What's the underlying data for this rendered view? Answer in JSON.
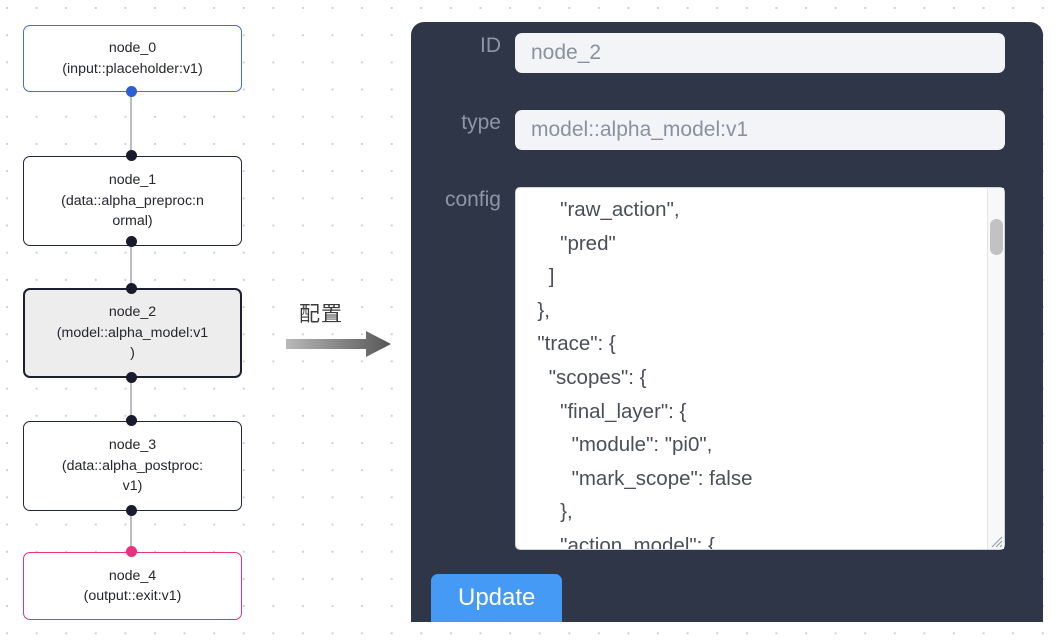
{
  "canvas": {
    "background_color": "#ffffff",
    "dot_color": "#d0d0d4"
  },
  "graph": {
    "nodes": [
      {
        "id": "node_0",
        "title": "node_0",
        "subtitle": "(input::placeholder:v1)",
        "display": "node_0\n(input::placeholder:v1)",
        "state": "normal",
        "border_color": "#3f6fd8"
      },
      {
        "id": "node_1",
        "title": "node_1",
        "subtitle": "(data::alpha_preproc:normal)",
        "display": "node_1\n(data::alpha_preproc:n\normal)",
        "state": "normal",
        "border_color": "#222738"
      },
      {
        "id": "node_2",
        "title": "node_2",
        "subtitle": "(model::alpha_model:v1)",
        "display": "node_2\n(model::alpha_model:v1\n)",
        "state": "selected",
        "border_color": "#1c2030",
        "fill_color": "#ededed"
      },
      {
        "id": "node_3",
        "title": "node_3",
        "subtitle": "(data::alpha_postproc:v1)",
        "display": "node_3\n(data::alpha_postproc:\nv1)",
        "state": "normal",
        "border_color": "#222738"
      },
      {
        "id": "node_4",
        "title": "node_4",
        "subtitle": "(output::exit:v1)",
        "display": "node_4\n(output::exit:v1)",
        "state": "normal",
        "border_color": "#ec2f7f"
      }
    ],
    "ports": [
      {
        "node": "node_0",
        "side": "bottom",
        "color": "#2b5fd9"
      },
      {
        "node": "node_1",
        "side": "top",
        "color": "#1a1a2e"
      },
      {
        "node": "node_1",
        "side": "bottom",
        "color": "#1a1a2e"
      },
      {
        "node": "node_2",
        "side": "top",
        "color": "#1a1a2e"
      },
      {
        "node": "node_2",
        "side": "bottom",
        "color": "#1a1a2e"
      },
      {
        "node": "node_3",
        "side": "top",
        "color": "#1a1a2e"
      },
      {
        "node": "node_3",
        "side": "bottom",
        "color": "#1a1a2e"
      },
      {
        "node": "node_4",
        "side": "top",
        "color": "#ec2f7f"
      }
    ],
    "edge_color": "#b9bcc2"
  },
  "arrow": {
    "caption": "配置",
    "color_start": "#b4b4b4",
    "color_end": "#585858"
  },
  "panel": {
    "background_color": "#2e3648",
    "fields": [
      {
        "key": "id",
        "label": "ID",
        "value": "node_2"
      },
      {
        "key": "type",
        "label": "type",
        "value": "model::alpha_model:v1"
      },
      {
        "key": "config",
        "label": "config",
        "value": ""
      }
    ],
    "id_label": "ID",
    "id_value": "node_2",
    "type_label": "type",
    "type_value": "model::alpha_model:v1",
    "config_label": "config",
    "config_value": "      \"raw_action\",\n      \"pred\"\n    ]\n  },\n  \"trace\": {\n    \"scopes\": {\n      \"final_layer\": {\n        \"module\": \"pi0\",\n        \"mark_scope\": false\n      },\n      \"action_model\": {",
    "update_button_label": "Update",
    "update_button_color": "#449af5",
    "scrollbar": {
      "thumb_color": "#c2c2c2",
      "track_color": "#f7f8f9",
      "thumb_position_pct": 8
    }
  }
}
